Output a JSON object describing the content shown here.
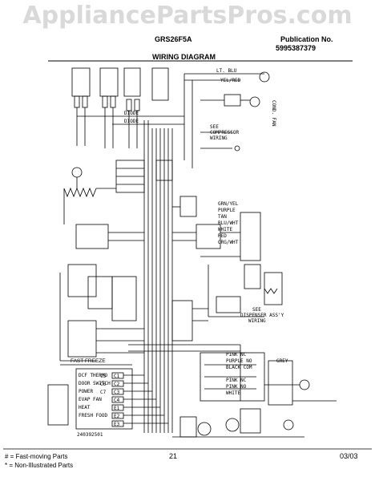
{
  "watermark": "AppliancePartsPros.com",
  "header": {
    "model": "GRS26F5A",
    "publication_label": "Publication No.",
    "publication_number": "5995387379",
    "title": "WIRING DIAGRAM"
  },
  "diagram": {
    "labels": {
      "lt_blu": "LT. BLU",
      "yel_red": "YEL/RED",
      "cond_fan": "COND. FAN",
      "see_compressor": "SEE",
      "compressor": "COMPRESSOR",
      "wiring": "WIRING",
      "diode": "DIODE",
      "diode2": "DIODE",
      "fast_freeze": "FAST FREEZE",
      "dcf_thermo": "DCF THERMO",
      "door_switch": "DOOR SWITCH",
      "power": "POWER",
      "evap_fan": "EVAP FAN",
      "heat": "HEAT",
      "fresh_food": "FRESH FOOD",
      "grn_yel": "GRN/YEL",
      "purple": "PURPLE",
      "tan": "TAN",
      "blu_wht": "BLU/WHT",
      "white": "WHITE",
      "red": "RED",
      "org_wht": "ORG/WHT",
      "grey": "GREY",
      "pink_nc": "PINK NC",
      "purple_no": "PURPLE NO",
      "black_com": "BLACK COM",
      "pink_nc2": "PINK NC",
      "pink_no": "PINK NO",
      "white2": "WHITE",
      "see_dispenser": "SEE",
      "dispenser_assy": "DISPENSER ASS'Y",
      "wiring2": "WIRING",
      "part_code": "240392501",
      "c1": "C1",
      "c2": "C2",
      "c3": "C3",
      "c4": "C4",
      "c5": "C5",
      "c6": "C6",
      "c7": "C7",
      "e1": "E1",
      "e2": "E2",
      "e3": "E3"
    }
  },
  "footer": {
    "legend_fast": "# = Fast-moving Parts",
    "legend_non": "* = Non-Illustrated Parts",
    "page": "21",
    "date": "03/03"
  }
}
